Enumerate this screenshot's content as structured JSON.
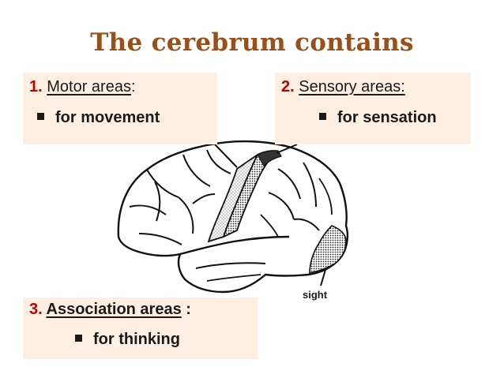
{
  "title": "The cerebrum contains",
  "boxes": {
    "motor": {
      "number": "1.",
      "term": "Motor areas",
      "suffix": ":",
      "detail": "for movement"
    },
    "sensory": {
      "number": "2.",
      "term": "Sensory areas:",
      "detail": "for sensation"
    },
    "association": {
      "number": "3.",
      "term": "Association areas",
      "suffix": " :",
      "detail": "for thinking"
    }
  },
  "diagram": {
    "sight_label": "sight"
  },
  "colors": {
    "title": "#9a4f16",
    "number": "#c00000",
    "box_fill": "#fdf0e3"
  }
}
